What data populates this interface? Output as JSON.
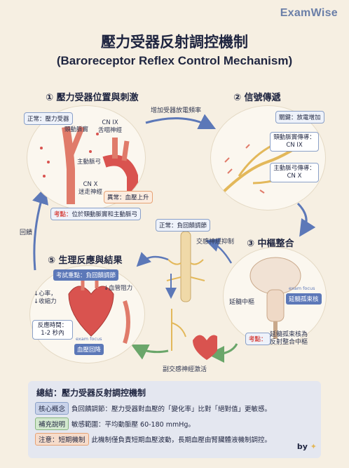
{
  "brand": "ExamWise",
  "title_zh": "壓力受器反射調控機制",
  "title_en": "(Baroreceptor Reflex Control Mechanism)",
  "section1": {
    "title": "① 壓力受器位置與刺激",
    "normal_tag": "正常：壓力受器",
    "carotid_sinus": "頸動脈竇",
    "cn9": "CN IX\n舌咽神經",
    "aortic_arch": "主動脈弓",
    "cn10": "CN X\n迷走神經",
    "abnormal_tag": "異常：血壓上升",
    "exam_point_label": "考點：",
    "exam_point_text": "位於頸動脈竇和主動脈弓"
  },
  "arrow_top": "增加受器放電頻率",
  "section2": {
    "title": "② 信號傳遞",
    "key_tag": "關鍵：放電增加",
    "box1": "頸動脈竇傳導：\nCN IX",
    "box2": "主動脈弓傳導：\nCN X"
  },
  "section3": {
    "title": "③ 中樞整合",
    "medulla": "延髓中樞",
    "exam_focus": "exam focus",
    "nts": "延髓孤束核",
    "exam_point_label": "考點：",
    "exam_point_text": "延髓孤束核為\n反射整合中樞"
  },
  "center": {
    "normal_tag": "正常：負回饋調節",
    "sympathetic": "交感神經抑制",
    "parasympathetic": "副交感神經激活"
  },
  "section5": {
    "title": "⑤ 生理反應與結果",
    "exam_tag": "考試重點：負回饋調節",
    "heart_rate": "↓心率，\n↓收縮力",
    "vessel": "↓血管阻力",
    "time_box": "反應時間：\n1-2 秒內",
    "exam_focus": "exam focus",
    "bp_drop": "血壓回降"
  },
  "left_arrow": "回饋",
  "summary": {
    "title": "總結：壓力受器反射調控機制",
    "row1_chip": "核心概念",
    "row1_text": "負回饋調節：壓力受器對血壓的「變化率」比對「絕對值」更敏感。",
    "row2_chip": "補充說明",
    "row2_text": "敏感範圍：平均動脈壓 60-180 mmHg。",
    "row3_chip": "注意：短期機制",
    "row3_text": "此機制僅負責短期血壓波動，長期血壓由腎臟體液機制調控。"
  },
  "by": "by",
  "colors": {
    "accent_blue": "#5c78b8",
    "arrow_green": "#6aa66a",
    "red": "#d9534f",
    "orange": "#e6a275"
  }
}
